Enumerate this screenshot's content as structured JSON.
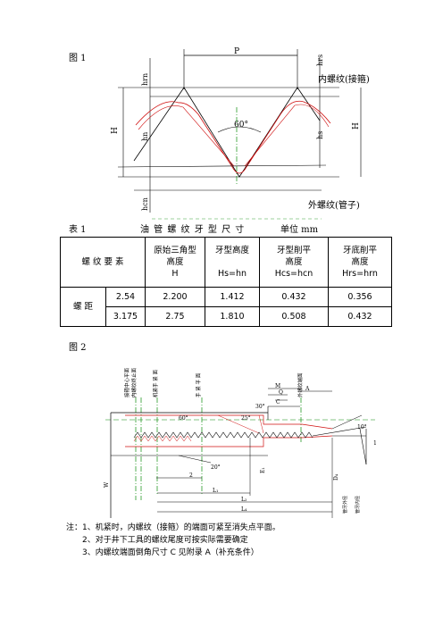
{
  "fig1": {
    "label": "图 1",
    "dim_p": "P",
    "dim_hrn": "hrn",
    "dim_hrs": "hrs",
    "dim_h_left": "H",
    "dim_h_right": "H",
    "dim_hn": "hn",
    "dim_hs": "hs",
    "dim_hcn": "hcn",
    "angle": "60°",
    "internal_label": "内螺纹(接箍)",
    "external_label": "外螺纹(管子)"
  },
  "table1": {
    "label": "表 1",
    "title": "油 管 螺 纹 牙 型 尺 寸",
    "unit": "单位 mm",
    "header_element": "螺 纹 要 素",
    "col_original": [
      "原始三角型",
      "高度",
      "H"
    ],
    "col_tooth": [
      "牙型高度",
      "Hs=hn"
    ],
    "col_crest": [
      "牙型削平",
      "高度",
      "Hcs=hcn"
    ],
    "col_root": [
      "牙底削平",
      "高度",
      "Hrs=hrn"
    ],
    "row_label": "螺 距",
    "rows": [
      {
        "pitch": "2.54",
        "H": "2.200",
        "hs": "1.412",
        "hcs": "0.432",
        "hrs": "0.356"
      },
      {
        "pitch": "3.175",
        "H": "2.75",
        "hs": "1.810",
        "hcs": "0.508",
        "hrs": "0.432"
      }
    ]
  },
  "fig2": {
    "label": "图 2",
    "vlabels": [
      "接箍中心平面",
      "内螺纹终止面",
      "机紧手 紧 面",
      "手 紧 平 面"
    ],
    "vlabel_right": "外螺纹端面",
    "dim_m": "M",
    "dim_q": "Q",
    "dim_c": "C",
    "dim_a": "A",
    "angle_30": "30°",
    "angle_25": "25°",
    "angle_60": "60°",
    "angle_20": "20°",
    "angle_10": "10°",
    "dim_2": "2",
    "dim_l1": "L₁",
    "dim_l2": "L₂",
    "dim_l4": "L₄",
    "dim_e1": "E₁",
    "dim_d4": "D₄",
    "dim_w": "W",
    "dim_1": "1",
    "bottom_labels": [
      "管牙外径",
      "管牙内径"
    ]
  },
  "notes": [
    "注：1、机紧时，内螺纹（接箍）的端面可紧至消失点平面。",
    "2、对于井下工具的螺纹尾度可按实际需要确定",
    "3、内螺纹端面倒角尺寸 C 见附录 A（补充条件）"
  ]
}
